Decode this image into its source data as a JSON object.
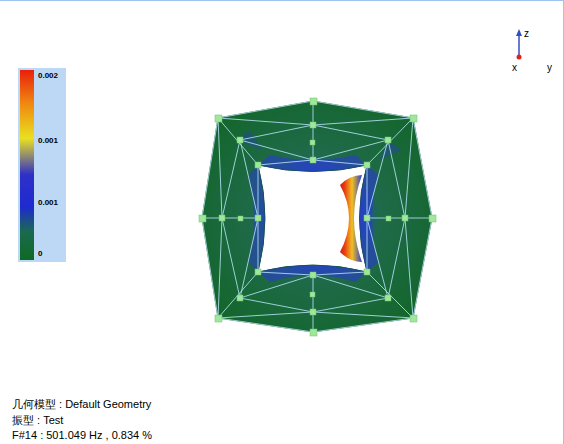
{
  "diagram": {
    "labels": [
      "0.002",
      "0.001",
      "0.001",
      "0",
      "z",
      "x",
      "y",
      "几何模型 : Default Geometry",
      "振型 : Test",
      "F#14 : 501.049 Hz , 0.834 %"
    ]
  }
}
